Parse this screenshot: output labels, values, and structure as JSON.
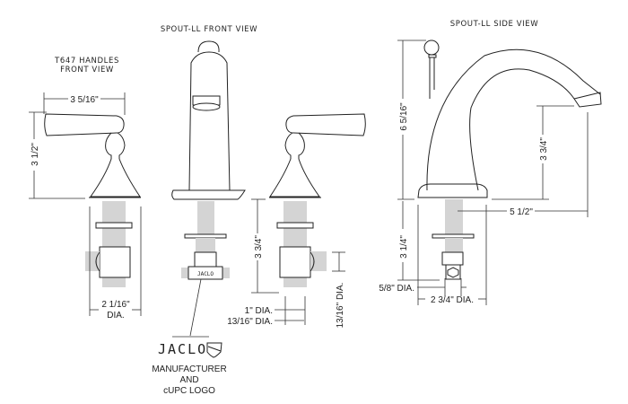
{
  "titles": {
    "handles_line1": "T647 HANDLES",
    "handles_line2": "FRONT VIEW",
    "spout_front": "SPOUT-LL FRONT VIEW",
    "spout_side": "SPOUT-LL SIDE VIEW"
  },
  "dimensions": {
    "handle_width": "3 5/16\"",
    "handle_height": "3 1/2\"",
    "handle_shank_dia_1": "2 1/16\"",
    "handle_shank_dia_2": "DIA.",
    "shank_length_front": "3 3/4\"",
    "dia_1in": "1\" DIA.",
    "dia_13_16": "13/16\" DIA.",
    "dia_13_16_vertical": "13/16\" DIA.",
    "spout_height": "6 5/16\"",
    "spout_clearance": "3 3/4\"",
    "spout_reach": "5 1/2\"",
    "spout_shank": "3 1/4\"",
    "dia_5_8": "5/8\" DIA.",
    "base_dia": "2 3/4\" DIA."
  },
  "logo": {
    "brand": "JACLO",
    "stamp": "JACLO",
    "caption_line1": "MANUFACTURER",
    "caption_line2": "AND",
    "caption_line3": "cUPC LOGO"
  }
}
